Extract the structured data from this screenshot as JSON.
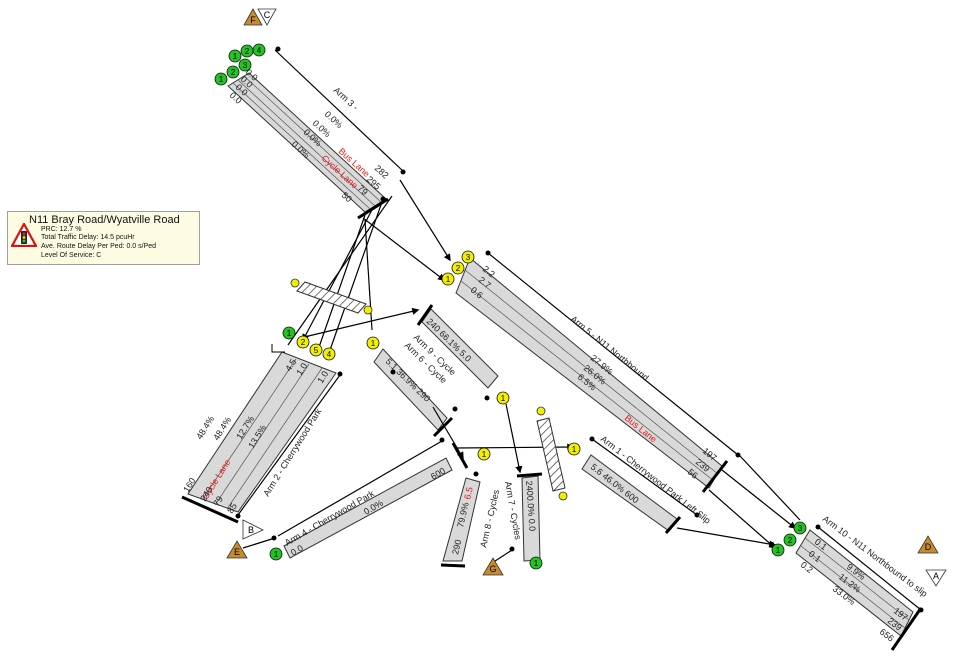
{
  "info_box": {
    "title": "N11 Bray Road/Wyatville Road",
    "prc": "PRC: 12.7 %",
    "delay": "Total Traffic Delay: 14.5 pcuHr",
    "ped_delay": "Ave. Route Delay Per Ped: 0.0 s/Ped",
    "los": "Level Of Service: C"
  },
  "colors": {
    "lane_fill": "#d9d9d9",
    "stage_green": "#22c322",
    "signal_yellow": "#f2ee00",
    "arm_triangle": "#c98a2a",
    "lane_label_red": "#e21a1a"
  },
  "arms": {
    "arm3": {
      "label": "Arm 3 -",
      "queues": [
        "0.0",
        "0.0",
        "0.0",
        "0.0"
      ],
      "sat": [
        "0.0%",
        "0.0%",
        "0.0%",
        "0.0%"
      ],
      "bus_lane": "Bus Lane",
      "cycle_lane": "Cycle Lane",
      "flows": [
        "282",
        "295",
        "79",
        "50"
      ]
    },
    "arm5": {
      "label": "Arm 5 - N11 Northbound",
      "queues": [
        "2.2",
        "2.7",
        "0.6"
      ],
      "sat": [
        "27.9%",
        "26.0%",
        "6.5%"
      ],
      "bus_lane": "Bus Lane",
      "flows": [
        "197",
        "239",
        "56"
      ]
    },
    "arm10": {
      "label": "Arm 10 - N11 Northbound to slip",
      "queues": [
        "0.1",
        "0.1",
        "0.2"
      ],
      "sat": [
        "9.9%",
        "11.2%",
        "33.0%"
      ],
      "flows": [
        "197",
        "239",
        "656"
      ]
    },
    "arm1": {
      "label": "Arm 1 - Cherrywood Park Left Slip",
      "row": "5.6   46.0%   600"
    },
    "arm9": {
      "label": "Arm 9 - Cycle",
      "row": "240   66.1%   5.0"
    },
    "arm6": {
      "label": "Arm 6 - Cycle",
      "row": "5.1   36.9%  290"
    },
    "arm4": {
      "label": "Arm 4 - Cherrywood Park",
      "queue": "0.0",
      "sat": "0.0%",
      "flow": "600"
    },
    "arm8": {
      "label": "Arm 8 - Cycles",
      "flow": "290",
      "sat": "79.9%",
      "red": "6.5"
    },
    "arm7": {
      "label": "Arm 7 - Cycles",
      "row": "2400.0%  0.0"
    },
    "arm2": {
      "label": "Arm 2 - Cherrywood Park",
      "queues": [
        "4.5",
        "1.0",
        "1.0"
      ],
      "sat": [
        "48.4%",
        "48.4%",
        "12.7%",
        "13.5%"
      ],
      "cycle_lane": "Cycle Lane",
      "flows": [
        "160",
        "240",
        "79",
        "85"
      ]
    }
  },
  "markers": {
    "triangles": [
      "F",
      "C",
      "E",
      "B",
      "G",
      "D",
      "A"
    ],
    "stage_numbers": [
      "1",
      "2",
      "3",
      "4",
      "5"
    ]
  }
}
